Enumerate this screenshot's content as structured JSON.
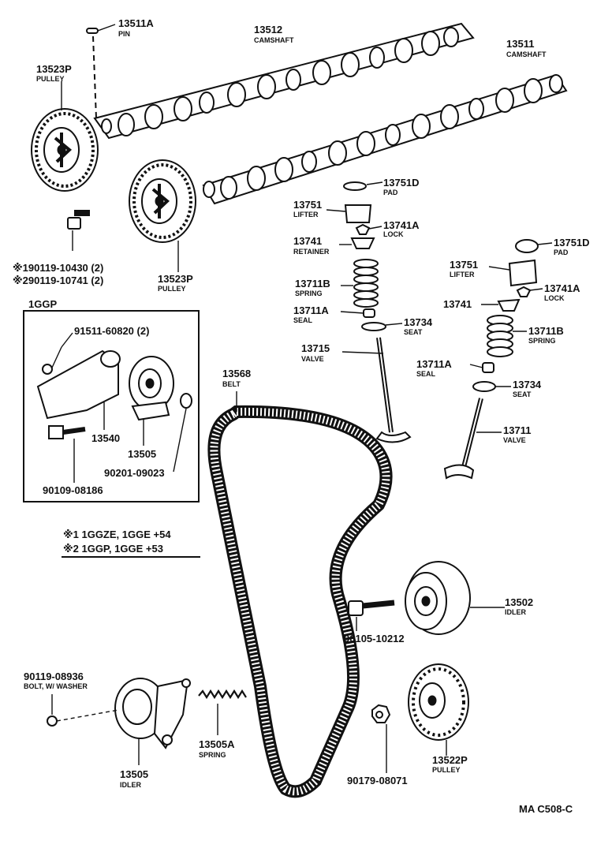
{
  "parts": {
    "p13511A": {
      "num": "13511A",
      "name": "PIN"
    },
    "p13512": {
      "num": "13512",
      "name": "CAMSHAFT"
    },
    "p13511": {
      "num": "13511",
      "name": "CAMSHAFT"
    },
    "p13523P_top": {
      "num": "13523P",
      "name": "PULLEY"
    },
    "p13523P_mid": {
      "num": "13523P",
      "name": "PULLEY"
    },
    "p13751D_a": {
      "num": "13751D",
      "name": "PAD"
    },
    "p13751_a": {
      "num": "13751",
      "name": "LIFTER"
    },
    "p13741A_a": {
      "num": "13741A",
      "name": "LOCK"
    },
    "p13741_a": {
      "num": "13741",
      "name": "RETAINER"
    },
    "p13711B_a": {
      "num": "13711B",
      "name": "SPRING"
    },
    "p13711A_a": {
      "num": "13711A",
      "name": "SEAL"
    },
    "p13734_a": {
      "num": "13734",
      "name": "SEAT"
    },
    "p13715": {
      "num": "13715",
      "name": "VALVE"
    },
    "p13751D_b": {
      "num": "13751D",
      "name": "PAD"
    },
    "p13751_b": {
      "num": "13751",
      "name": "LIFTER"
    },
    "p13741A_b": {
      "num": "13741A",
      "name": "LOCK"
    },
    "p13741_b": {
      "num": "13741"
    },
    "p13711B_b": {
      "num": "13711B",
      "name": "SPRING"
    },
    "p13711A_b": {
      "num": "13711A",
      "name": "SEAL"
    },
    "p13734_b": {
      "num": "13734",
      "name": "SEAT"
    },
    "p13711": {
      "num": "13711",
      "name": "VALVE"
    },
    "p13568": {
      "num": "13568",
      "name": "BELT"
    },
    "p13502": {
      "num": "13502",
      "name": "IDLER"
    },
    "p90105": {
      "num": "90105-10212"
    },
    "p90119": {
      "num": "90119-08936",
      "name": "BOLT, W/ WASHER"
    },
    "p13505_bottom": {
      "num": "13505",
      "name": "IDLER"
    },
    "p13505A": {
      "num": "13505A",
      "name": "SPRING"
    },
    "p90179": {
      "num": "90179-08071"
    },
    "p13522P": {
      "num": "13522P",
      "name": "PULLEY"
    }
  },
  "bolt_notes": {
    "line1": "※190119-10430 (2)",
    "line2": "※290119-10741 (2)"
  },
  "inset": {
    "title": "1GGP",
    "p91511": "91511-60820 (2)",
    "p13540": "13540",
    "p13505": "13505",
    "p90201": "90201-09023",
    "p90109": "90109-08186"
  },
  "notes": {
    "n1": "※1 1GGZE, 1GGE +54",
    "n2": "※2 1GGP, 1GGE +53"
  },
  "diagram_code": "MA C508-C"
}
